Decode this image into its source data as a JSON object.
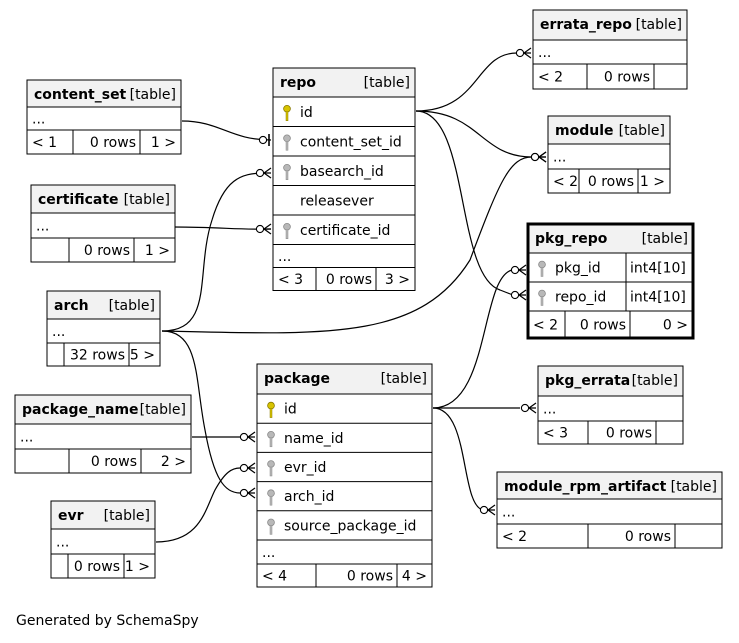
{
  "footer": "Generated by SchemaSpy",
  "tables": {
    "errata_repo": {
      "name": "errata_repo",
      "kind": "[table]",
      "rows": [],
      "ellipsis": "...",
      "left": "< 2",
      "count": "0 rows",
      "right": ""
    },
    "content_set": {
      "name": "content_set",
      "kind": "[table]",
      "rows": [],
      "ellipsis": "...",
      "left": "< 1",
      "count": "0 rows",
      "right": "1 >"
    },
    "repo": {
      "name": "repo",
      "kind": "[table]",
      "rows": [
        {
          "name": "id",
          "type": "",
          "key": "primary"
        },
        {
          "name": "content_set_id",
          "type": "",
          "key": "foreign"
        },
        {
          "name": "basearch_id",
          "type": "",
          "key": "foreign"
        },
        {
          "name": "releasever",
          "type": "",
          "key": ""
        },
        {
          "name": "certificate_id",
          "type": "",
          "key": "foreign"
        }
      ],
      "ellipsis": "...",
      "left": "< 3",
      "count": "0 rows",
      "right": "3 >"
    },
    "module": {
      "name": "module",
      "kind": "[table]",
      "rows": [],
      "ellipsis": "...",
      "left": "< 2",
      "count": "0 rows",
      "right": "1 >"
    },
    "certificate": {
      "name": "certificate",
      "kind": "[table]",
      "rows": [],
      "ellipsis": "...",
      "left": "",
      "count": "0 rows",
      "right": "1 >"
    },
    "pkg_repo": {
      "name": "pkg_repo",
      "kind": "[table]",
      "rows": [
        {
          "name": "pkg_id",
          "type": "int4[10]",
          "key": "foreign"
        },
        {
          "name": "repo_id",
          "type": "int4[10]",
          "key": "foreign"
        }
      ],
      "ellipsis": "",
      "left": "< 2",
      "count": "0 rows",
      "right": "0 >"
    },
    "arch": {
      "name": "arch",
      "kind": "[table]",
      "rows": [],
      "ellipsis": "...",
      "left": "",
      "count": "32 rows",
      "right": "5 >"
    },
    "package": {
      "name": "package",
      "kind": "[table]",
      "rows": [
        {
          "name": "id",
          "type": "",
          "key": "primary"
        },
        {
          "name": "name_id",
          "type": "",
          "key": "foreign"
        },
        {
          "name": "evr_id",
          "type": "",
          "key": "foreign"
        },
        {
          "name": "arch_id",
          "type": "",
          "key": "foreign"
        },
        {
          "name": "source_package_id",
          "type": "",
          "key": "foreign"
        }
      ],
      "ellipsis": "...",
      "left": "< 4",
      "count": "0 rows",
      "right": "4 >"
    },
    "pkg_errata": {
      "name": "pkg_errata",
      "kind": "[table]",
      "rows": [],
      "ellipsis": "...",
      "left": "< 3",
      "count": "0 rows",
      "right": ""
    },
    "package_name": {
      "name": "package_name",
      "kind": "[table]",
      "rows": [],
      "ellipsis": "...",
      "left": "",
      "count": "0 rows",
      "right": "2 >"
    },
    "module_rpm_artifact": {
      "name": "module_rpm_artifact",
      "kind": "[table]",
      "rows": [],
      "ellipsis": "...",
      "left": "< 2",
      "count": "0 rows",
      "right": ""
    },
    "evr": {
      "name": "evr",
      "kind": "[table]",
      "rows": [],
      "ellipsis": "...",
      "left": "",
      "count": "0 rows",
      "right": "1 >"
    }
  },
  "relationships": [
    {
      "from": "content_set",
      "to": "repo.content_set_id"
    },
    {
      "from": "arch",
      "to": "repo.basearch_id"
    },
    {
      "from": "certificate",
      "to": "repo.certificate_id"
    },
    {
      "from": "repo.id",
      "to": "errata_repo"
    },
    {
      "from": "repo.id",
      "to": "module"
    },
    {
      "from": "repo.id",
      "to": "pkg_repo.repo_id"
    },
    {
      "from": "arch",
      "to": "module"
    },
    {
      "from": "arch",
      "to": "package.arch_id"
    },
    {
      "from": "package_name",
      "to": "package.name_id"
    },
    {
      "from": "evr",
      "to": "package.evr_id"
    },
    {
      "from": "package.id",
      "to": "pkg_repo.pkg_id"
    },
    {
      "from": "package.id",
      "to": "pkg_errata"
    },
    {
      "from": "package.id",
      "to": "module_rpm_artifact"
    }
  ]
}
